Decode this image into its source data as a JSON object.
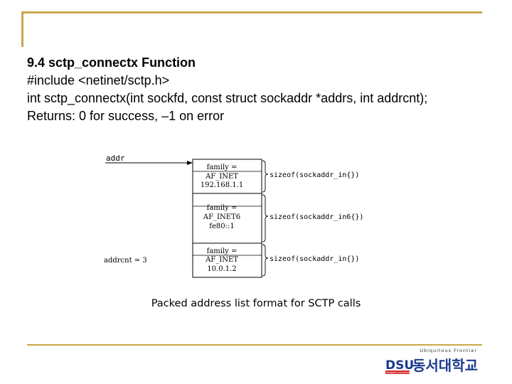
{
  "slide": {
    "title": "9.4 sctp_connectx Function",
    "lines": [
      "#include <netinet/sctp.h>",
      "int sctp_connectx(int sockfd, const struct sockaddr *addrs, int addrcnt);",
      "Returns: 0 for success, –1 on error"
    ],
    "caption": "Packed address list format for SCTP calls"
  },
  "diagram": {
    "pointer_label": "addr",
    "count_label": "addrcnt = 3",
    "entries": [
      {
        "family_label": "family =",
        "family": "AF_INET",
        "address": "192.168.1.1",
        "size": "sizeof(sockaddr_in{})"
      },
      {
        "family_label": "family =",
        "family": "AF_INET6",
        "address": "fe80::1",
        "size": "sizeof(sockaddr_in6{})"
      },
      {
        "family_label": "family =",
        "family": "AF_INET",
        "address": "10.0.1.2",
        "size": "sizeof(sockaddr_in{})"
      }
    ]
  },
  "logo": {
    "tagline": "Ubiquitous Frontier",
    "mark": "DSU",
    "sub": "Dongseo University",
    "korean": "동서대학교"
  },
  "colors": {
    "rule": "#c8a84a",
    "logo_blue": "#1a3a8c",
    "logo_red": "#d42a2a"
  }
}
